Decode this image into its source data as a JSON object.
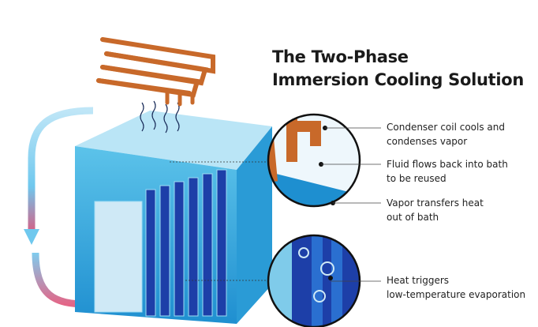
{
  "title": {
    "line1": "The Two-Phase",
    "line2": "Immersion Cooling Solution"
  },
  "callouts": [
    {
      "line1": "Condenser coil cools and",
      "line2": "condenses vapor"
    },
    {
      "line1": "Fluid flows back into bath",
      "line2": "to be reused"
    },
    {
      "line1": "Vapor transfers heat",
      "line2": "out of bath"
    },
    {
      "line1": "Heat triggers",
      "line2": "low-temperature evaporation"
    }
  ],
  "colors": {
    "fluid": "#2aa7dc",
    "deep": "#1d3fa8",
    "copper": "#c8692a",
    "arrow_cool": "#6fc8ee",
    "arrow_hot": "#e0557a"
  }
}
